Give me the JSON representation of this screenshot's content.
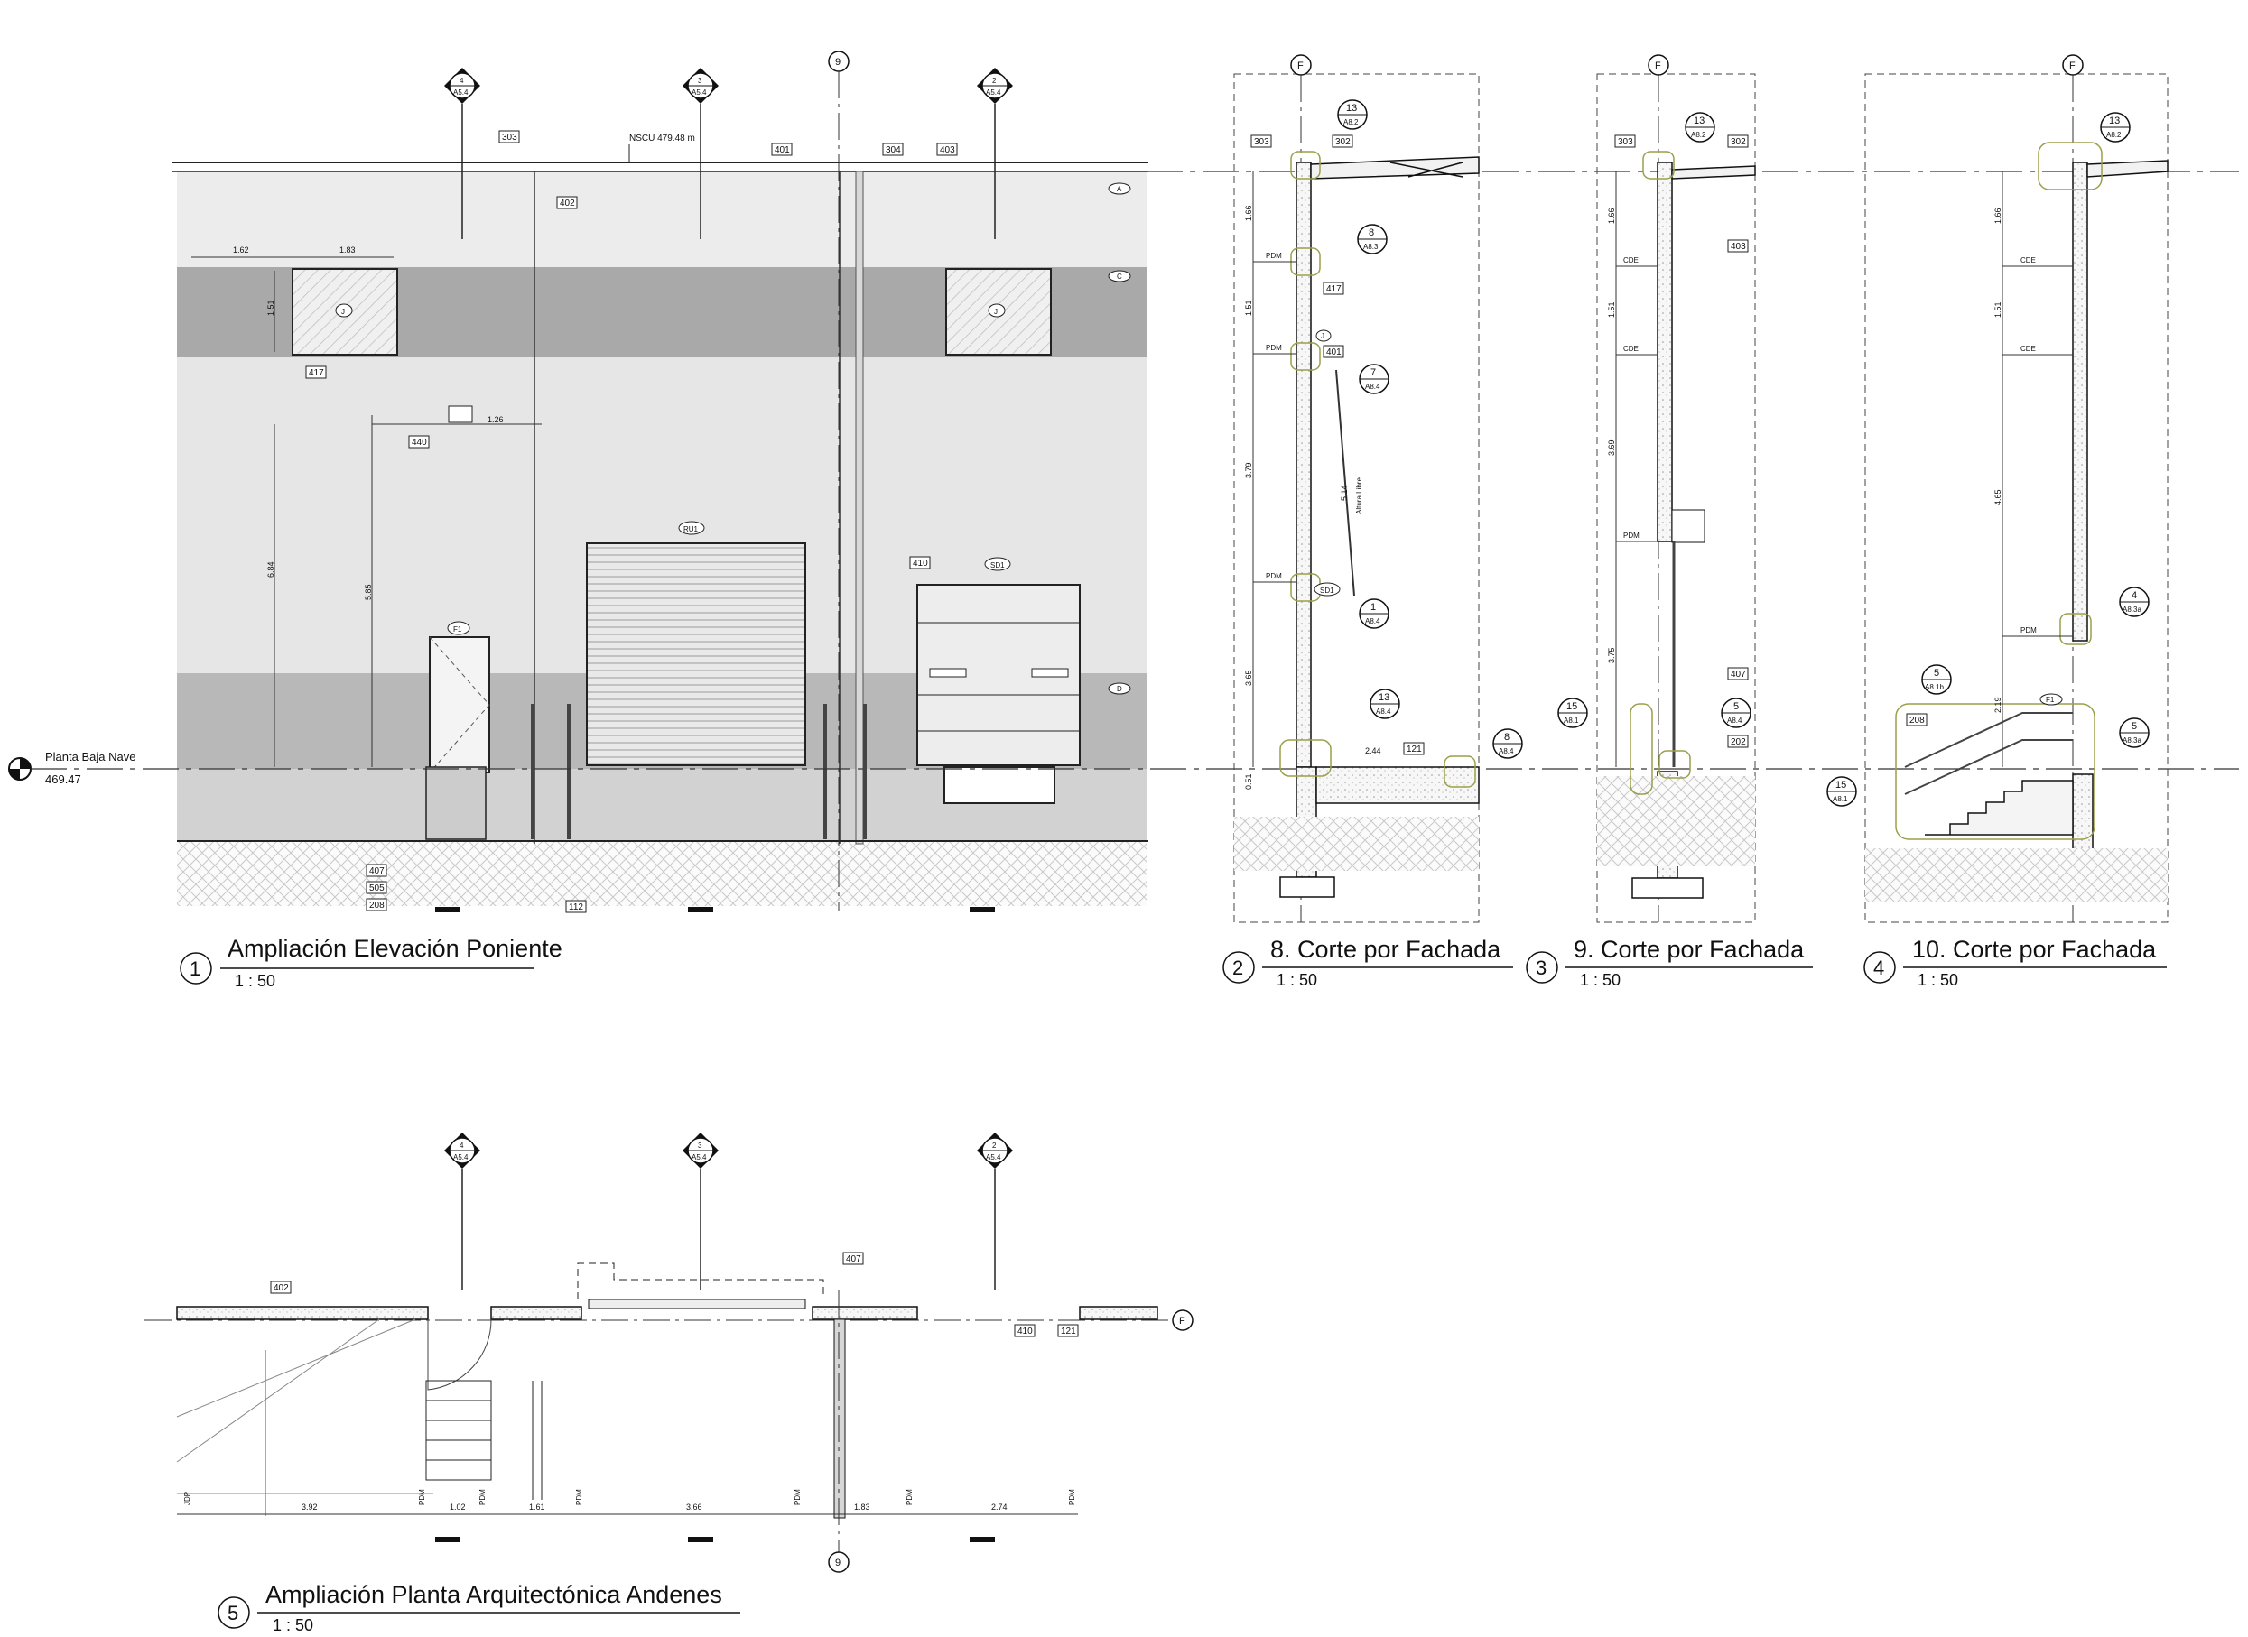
{
  "views": [
    {
      "number": "1",
      "title": "Ampliación Elevación Poniente",
      "scale": "1 : 50"
    },
    {
      "number": "2",
      "title": "8. Corte por Fachada",
      "scale": "1 : 50"
    },
    {
      "number": "3",
      "title": "9. Corte por Fachada",
      "scale": "1 : 50"
    },
    {
      "number": "4",
      "title": "10. Corte por Fachada",
      "scale": "1 : 50"
    },
    {
      "number": "5",
      "title": "Ampliación Planta Arquitectónica Andenes",
      "scale": "1 : 50"
    }
  ],
  "level": {
    "name": "Planta Baja Nave",
    "value": "469.47"
  },
  "nscu": "NSCU 479.48 m",
  "section_marks": {
    "s4": {
      "num": "4",
      "sheet": "A5.4"
    },
    "s3": {
      "num": "3",
      "sheet": "A5.4"
    },
    "s2": {
      "num": "2",
      "sheet": "A5.4"
    }
  },
  "grid": {
    "g9": "9",
    "gF": "F"
  },
  "elevation": {
    "tags": [
      "303",
      "401",
      "304",
      "403",
      "402",
      "417",
      "440",
      "407",
      "505",
      "208",
      "112",
      "410"
    ],
    "door_tags": {
      "ru1": "RU1",
      "sd1": "SD1",
      "f1": "F1",
      "j": "J"
    },
    "material_tags": {
      "a": "A",
      "c": "C",
      "d": "D"
    },
    "dims": {
      "d162": "1.62",
      "d183": "1.83",
      "d151": "1.51",
      "d126": "1.26",
      "d684": "6.84",
      "d585": "5.85"
    }
  },
  "section8": {
    "tags": [
      "303",
      "302",
      "417",
      "401",
      "121"
    ],
    "details": [
      {
        "num": "13",
        "sheet": "A8.2"
      },
      {
        "num": "8",
        "sheet": "A8.3"
      },
      {
        "num": "7",
        "sheet": "A8.4"
      },
      {
        "num": "1",
        "sheet": "A8.4"
      },
      {
        "num": "13",
        "sheet": "A8.4"
      },
      {
        "num": "8",
        "sheet": "A8.4"
      }
    ],
    "levels": [
      "PDM",
      "PDM",
      "PDM"
    ],
    "dims": [
      "1.66",
      "1.51",
      "3.79",
      "3.65",
      "0.51",
      "2.44",
      "5.14"
    ],
    "labels": {
      "altura": "Altura Libre",
      "sd1": "SD1",
      "j": "J"
    }
  },
  "section9": {
    "tags": [
      "303",
      "302",
      "403",
      "407",
      "202"
    ],
    "details": [
      {
        "num": "13",
        "sheet": "A8.2"
      },
      {
        "num": "15",
        "sheet": "A8.1"
      },
      {
        "num": "5",
        "sheet": "A8.4"
      }
    ],
    "levels": [
      "CDE",
      "CDE",
      "PDM"
    ],
    "dims": [
      "1.66",
      "1.51",
      "3.69",
      "3.75"
    ]
  },
  "section10": {
    "tags": [
      "208"
    ],
    "details": [
      {
        "num": "13",
        "sheet": "A8.2"
      },
      {
        "num": "4",
        "sheet": "A8.3a"
      },
      {
        "num": "5",
        "sheet": "A8.1b"
      },
      {
        "num": "5",
        "sheet": "A8.3a"
      },
      {
        "num": "15",
        "sheet": "A8.1"
      }
    ],
    "levels": [
      "CDE",
      "CDE",
      "PDM"
    ],
    "dims": [
      "1.66",
      "1.51",
      "4.65",
      "2.19"
    ],
    "labels": {
      "f1": "F1"
    }
  },
  "plan": {
    "tags": [
      "402",
      "407",
      "410",
      "121"
    ],
    "labels": [
      "JDP",
      "PDM",
      "PDM",
      "PDM",
      "PDM",
      "PDM",
      "PDM"
    ],
    "dims": [
      "3.92",
      "1.02",
      "1.61",
      "3.66",
      "1.83",
      "2.74"
    ]
  }
}
